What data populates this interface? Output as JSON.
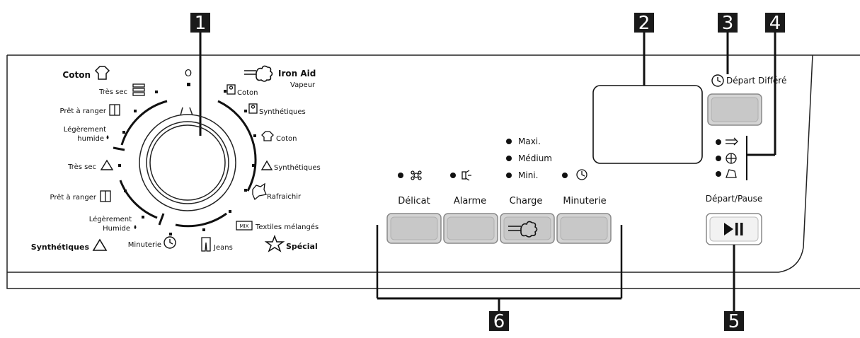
{
  "callouts": [
    "1",
    "2",
    "3",
    "4",
    "5",
    "6"
  ],
  "dial": {
    "off_label": "O",
    "left": {
      "group_coton": "Coton",
      "tres_sec_1": "Très sec",
      "pret_ranger_1": "Prêt à ranger",
      "leg_humide_1a": "Légèrement",
      "leg_humide_1b": "humide",
      "tres_sec_2": "Très sec",
      "pret_ranger_2": "Prêt à ranger",
      "leg_humide_2a": "Légèrement",
      "leg_humide_2b": "Humide",
      "group_synth": "Synthétiques",
      "minuterie": "Minuterie"
    },
    "right": {
      "iron_aid_a": "Iron Aid",
      "iron_aid_b": "Vapeur",
      "coton": "Coton",
      "synthetiques": "Synthétiques",
      "coton2": "Coton",
      "synthetiques2": "Synthétiques",
      "rafraichir": "Rafraichir",
      "textiles": "Textiles mélangés",
      "special": "Spécial",
      "jeans": "Jeans",
      "mix_tag": "MIX"
    }
  },
  "charge_levels": [
    "Maxi.",
    "Médium",
    "Mini."
  ],
  "buttons": {
    "delicat": "Délicat",
    "alarme": "Alarme",
    "charge": "Charge",
    "minuterie": "Minuterie",
    "depart_differe": "Départ Différé",
    "depart_pause": "Départ/Pause"
  }
}
